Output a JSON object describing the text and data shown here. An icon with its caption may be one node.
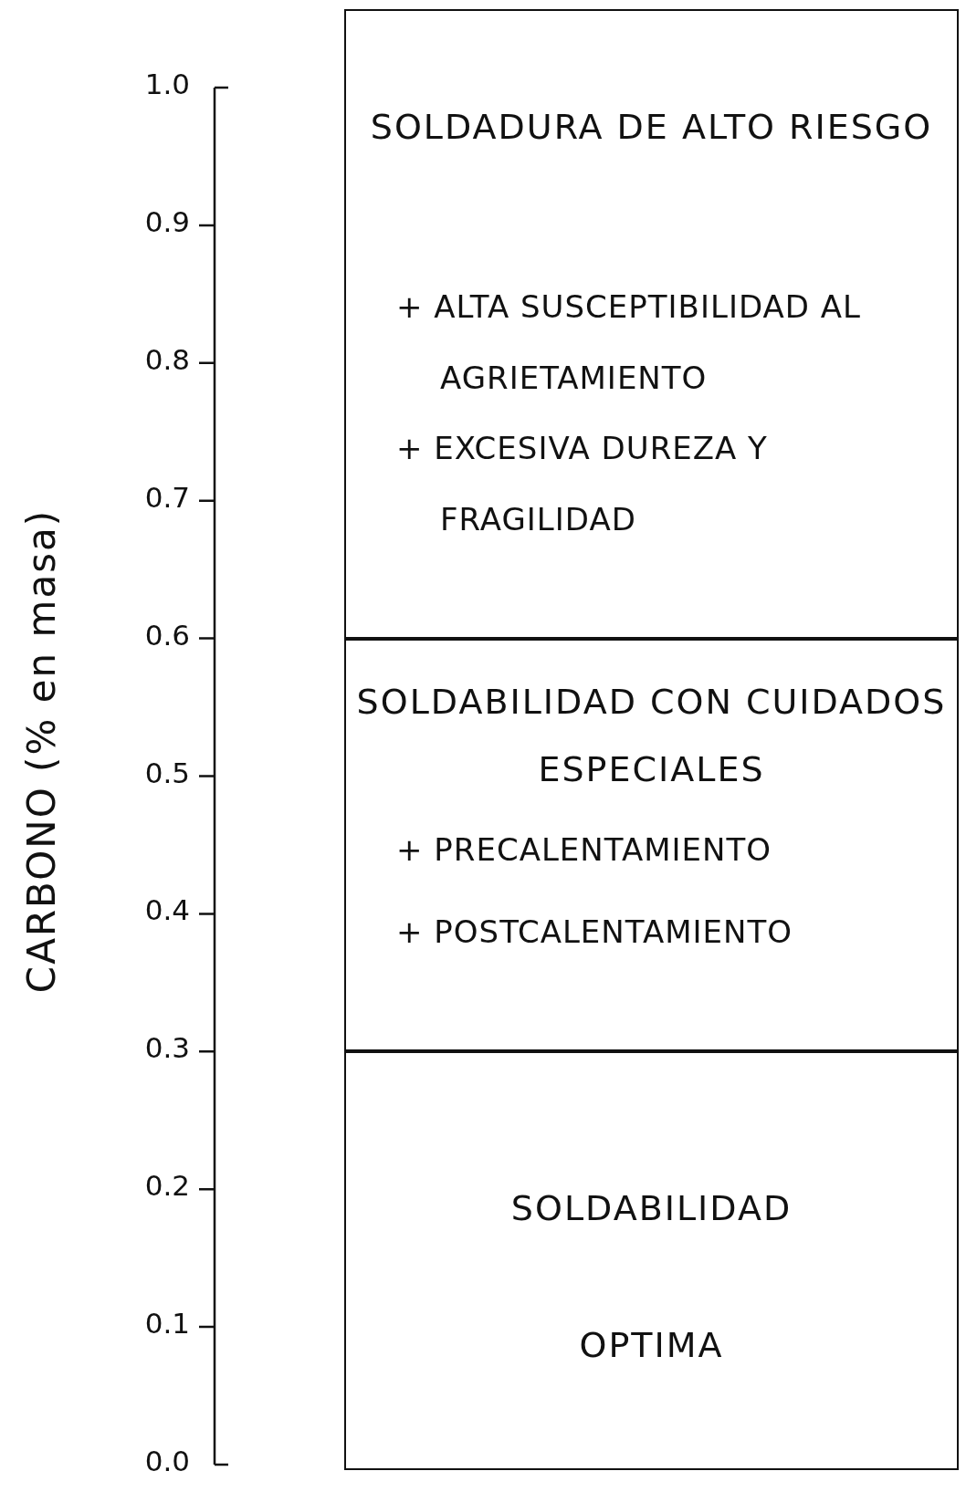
{
  "diagram": {
    "nodes": [
      {
        "text": [
          "SOLDADURA DE ALTO RIESGO",
          "+ ALTA SUSCEPTIBILIDAD AL AGRIETAMIENTO",
          "+ EXCESIVA DUREZA Y FRAGILIDAD"
        ]
      },
      {
        "text": [
          "SOLDABILIDAD CON CUIDADOS ESPECIALES",
          "+ PRECALENTAMIENTO",
          "+ POSTCALENTAMIENTO"
        ]
      },
      {
        "text": [
          "SOLDABILIDAD OPTIMA"
        ]
      }
    ],
    "labels": [
      "1.0",
      "0.9",
      "0.8",
      "0.7",
      "0.6",
      "0.5",
      "0.4",
      "0.3",
      "0.2",
      "0.1",
      "0.0",
      "CARBONO (% en masa)"
    ]
  }
}
